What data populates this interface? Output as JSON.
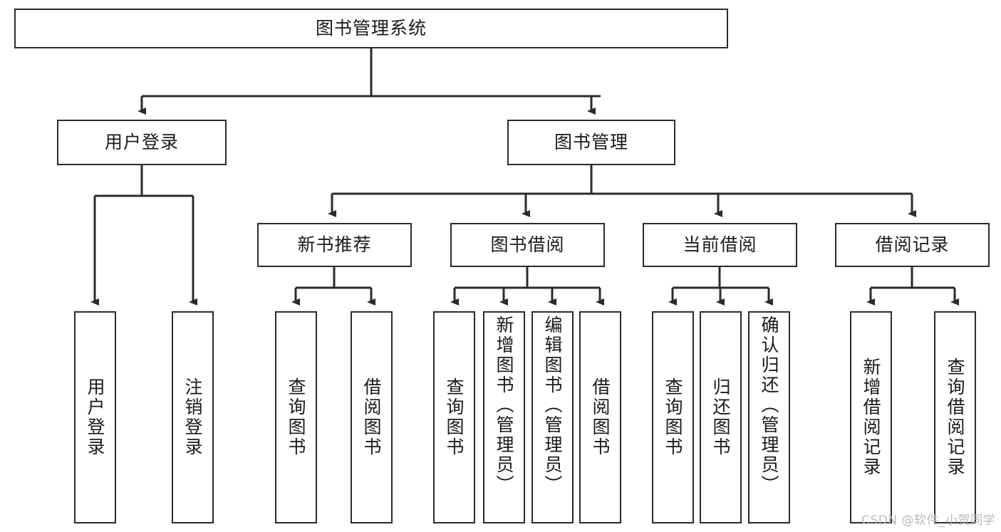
{
  "diagram": {
    "title": "图书管理系统",
    "type": "tree",
    "colors": {
      "node_border": "#2b2b2b",
      "node_fill": "#ffffff",
      "edge": "#2b2b2b",
      "text": "#1a1a1a",
      "watermark": "#b9b9b9",
      "background": "#ffffff"
    },
    "root": {
      "id": "root",
      "label": "图书管理系统"
    },
    "level2": [
      {
        "id": "user-login",
        "label": "用户登录"
      },
      {
        "id": "book-manage",
        "label": "图书管理"
      }
    ],
    "level3": [
      {
        "id": "new-book-rec",
        "label": "新书推荐",
        "parent": "book-manage"
      },
      {
        "id": "book-borrow",
        "label": "图书借阅",
        "parent": "book-manage"
      },
      {
        "id": "current-borrow",
        "label": "当前借阅",
        "parent": "book-manage"
      },
      {
        "id": "borrow-record",
        "label": "借阅记录",
        "parent": "book-manage"
      }
    ],
    "leaves": [
      {
        "id": "leaf-user-login",
        "label": "用户登录",
        "parent": "user-login"
      },
      {
        "id": "leaf-logout",
        "label": "注销登录",
        "parent": "user-login"
      },
      {
        "id": "leaf-query-book-1",
        "label": "查询图书",
        "parent": "new-book-rec"
      },
      {
        "id": "leaf-borrow-book-1",
        "label": "借阅图书",
        "parent": "new-book-rec"
      },
      {
        "id": "leaf-query-book-2",
        "label": "查询图书",
        "parent": "book-borrow"
      },
      {
        "id": "leaf-add-book",
        "label": "新增图书（管理员）",
        "parent": "book-borrow"
      },
      {
        "id": "leaf-edit-book",
        "label": "编辑图书（管理员）",
        "parent": "book-borrow"
      },
      {
        "id": "leaf-borrow-book-2",
        "label": "借阅图书",
        "parent": "book-borrow"
      },
      {
        "id": "leaf-query-book-3",
        "label": "查询图书",
        "parent": "current-borrow"
      },
      {
        "id": "leaf-return-book",
        "label": "归还图书",
        "parent": "current-borrow"
      },
      {
        "id": "leaf-confirm-return",
        "label": "确认归还（管理员）",
        "parent": "current-borrow"
      },
      {
        "id": "leaf-add-record",
        "label": "新增借阅记录",
        "parent": "borrow-record"
      },
      {
        "id": "leaf-query-record",
        "label": "查询借阅记录",
        "parent": "borrow-record"
      }
    ]
  },
  "watermark": {
    "text": "CSDN @软件_小贺同学"
  }
}
